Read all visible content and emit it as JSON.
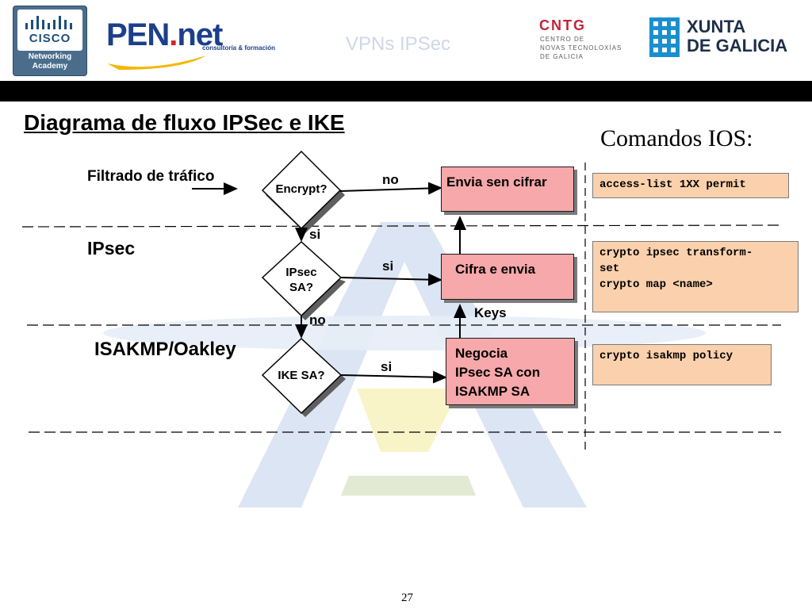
{
  "header": {
    "cisco_word": "CISCO",
    "cisco_sub_1": "Networking",
    "cisco_sub_2": "Academy",
    "pen_main": "PEN",
    "pen_dot": ".",
    "pen_net": "net",
    "pen_sub": "consultoría & formación",
    "slide_title": "VPNs IPSec",
    "cntg_logo": "CNTG",
    "cntg_line1": "CENTRO DE",
    "cntg_line2": "NOVAS TECNOLOXÍAS",
    "cntg_line3": "DE GALICIA",
    "xunta_line1": "XUNTA",
    "xunta_line2": "DE GALICIA"
  },
  "title": "Diagrama de fluxo IPSec e IKE",
  "commands_title": "Comandos IOS:",
  "layers": {
    "traffic": "Filtrado de tráfico",
    "ipsec": "IPsec",
    "isakmp": "ISAKMP/Oakley"
  },
  "decisions": {
    "encrypt": "Encrypt?",
    "ipsec_sa_1": "IPsec",
    "ipsec_sa_2": "SA?",
    "ike_sa": "IKE SA?"
  },
  "edges": {
    "no_top": "no",
    "si_down": "si",
    "si_mid": "si",
    "no_down": "no",
    "si_low": "si",
    "keys": "Keys"
  },
  "actions": {
    "send_clear": "Envia sen cifrar",
    "encrypt_send": "Cifra e envia",
    "negotiate_1": "Negocia",
    "negotiate_2": "IPsec SA con",
    "negotiate_3": "ISAKMP SA"
  },
  "commands": {
    "acl": "access-list 1XX permit",
    "ipsec_1": "crypto ipsec transform-",
    "ipsec_2": "set",
    "ipsec_3": "crypto map <name>",
    "isakmp": "crypto isakmp policy"
  },
  "page_number": "27",
  "colors": {
    "action_box": "#f7a8aa",
    "command_box": "#fad1ac",
    "header_bar": "#000000"
  }
}
